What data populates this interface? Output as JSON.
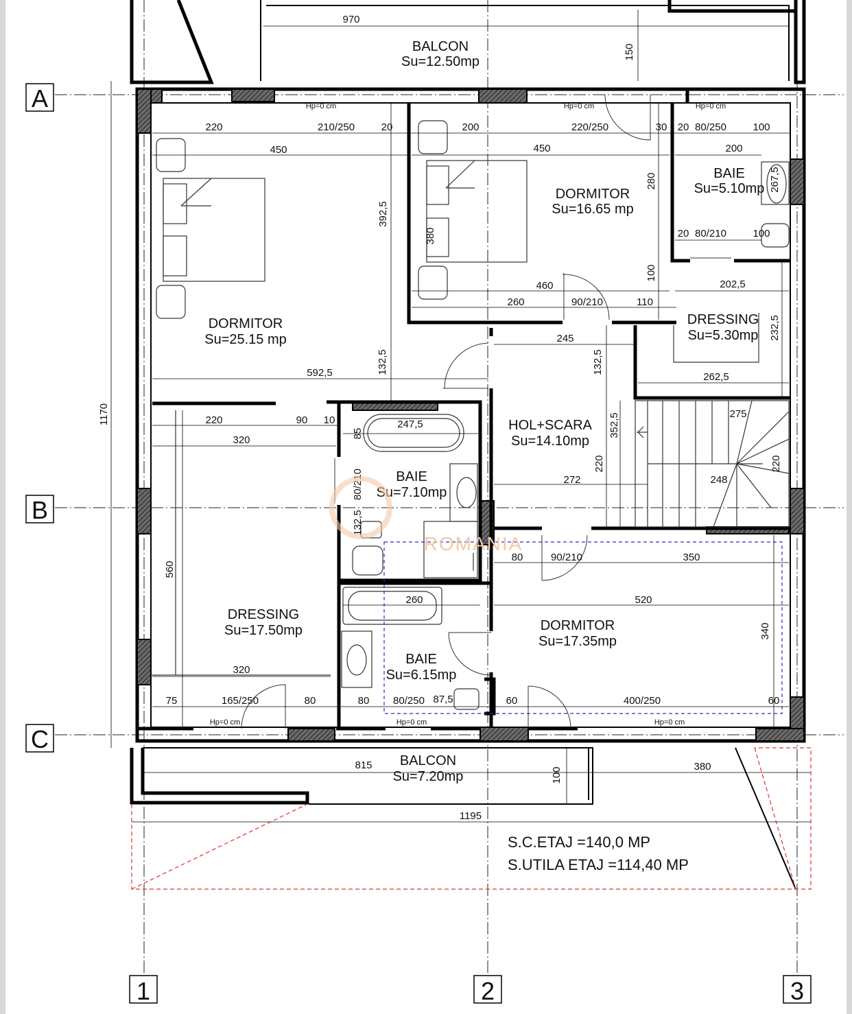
{
  "axes": {
    "rows": [
      "A",
      "B",
      "C"
    ],
    "cols": [
      "1",
      "2",
      "3"
    ]
  },
  "rooms": {
    "balcon_top": {
      "name": "BALCON",
      "area": "Su=12.50mp"
    },
    "dormitor_nw": {
      "name": "DORMITOR",
      "area": "Su=25.15 mp"
    },
    "dormitor_n": {
      "name": "DORMITOR",
      "area": "Su=16.65 mp"
    },
    "baie_ne": {
      "name": "BAIE",
      "area": "Su=5.10mp"
    },
    "dressing_e": {
      "name": "DRESSING",
      "area": "Su=5.30mp"
    },
    "hol_scara": {
      "name": "HOL+SCARA",
      "area": "Su=14.10mp"
    },
    "baie_c": {
      "name": "BAIE",
      "area": "Su=7.10mp"
    },
    "dressing_w": {
      "name": "DRESSING",
      "area": "Su=17.50mp"
    },
    "baie_s": {
      "name": "BAIE",
      "area": "Su=6.15mp"
    },
    "dormitor_se": {
      "name": "DORMITOR",
      "area": "Su=17.35mp"
    },
    "balcon_bottom": {
      "name": "BALCON",
      "area": "Su=7.20mp"
    }
  },
  "dimensions": {
    "d970": "970",
    "d150": "150",
    "d1170": "1170",
    "d1195": "1195",
    "d220a": "220",
    "d210_250a": "210/250",
    "d20a": "20",
    "d200a": "200",
    "d220_250": "220/250",
    "d30": "30",
    "d20b": "20",
    "d80_250a": "80/250",
    "d100a": "100",
    "d450a": "450",
    "d450b": "450",
    "d200b": "200",
    "d267_5": "267,5",
    "d280": "280",
    "d392_5": "392,5",
    "d380v": "380",
    "d20c": "20",
    "d80_210a": "80/210",
    "d100b": "100",
    "d460": "460",
    "d100c": "100",
    "d202_5": "202,5",
    "d260a": "260",
    "d90_210a": "90/210",
    "d110": "110",
    "d232_5": "232,5",
    "d245": "245",
    "d592_5": "592,5",
    "d132_5a": "132,5",
    "d132_5b": "132,5",
    "d262_5": "262,5",
    "d220b": "220",
    "d90": "90",
    "d10": "10",
    "d247_5": "247,5",
    "d320a": "320",
    "d85": "85",
    "d352_5": "352,5",
    "d275": "275",
    "d80_210b": "80/210",
    "d220c": "220",
    "d272": "272",
    "d248": "248",
    "d220d": "220",
    "d132_5c": "132,5",
    "d560": "560",
    "d80a": "80",
    "d90_210b": "90/210",
    "d350": "350",
    "d260b": "260",
    "d520": "520",
    "d340": "340",
    "d320b": "320",
    "d75": "75",
    "d165_250": "165/250",
    "d80b": "80",
    "d80c": "80",
    "d80_250b": "80/250",
    "d87_5": "87,5",
    "d60a": "60",
    "d400_250": "400/250",
    "d60b": "60",
    "d815": "815",
    "d380h": "380",
    "d100d": "100"
  },
  "sill_notes": {
    "hp1": "Hp=0 cm",
    "hp2": "Hp=0 cm",
    "hp3": "Hp=0 cm",
    "hp4": "Hp=0 cm",
    "hp5": "Hp=0 cm",
    "hp6": "Hp=0 cm"
  },
  "summary": {
    "sc_etaj": "S.C.ETAJ  =140,0 MP",
    "s_utila": "S.UTILA ETAJ  =114,40 MP"
  },
  "watermark": "ROMANIA"
}
